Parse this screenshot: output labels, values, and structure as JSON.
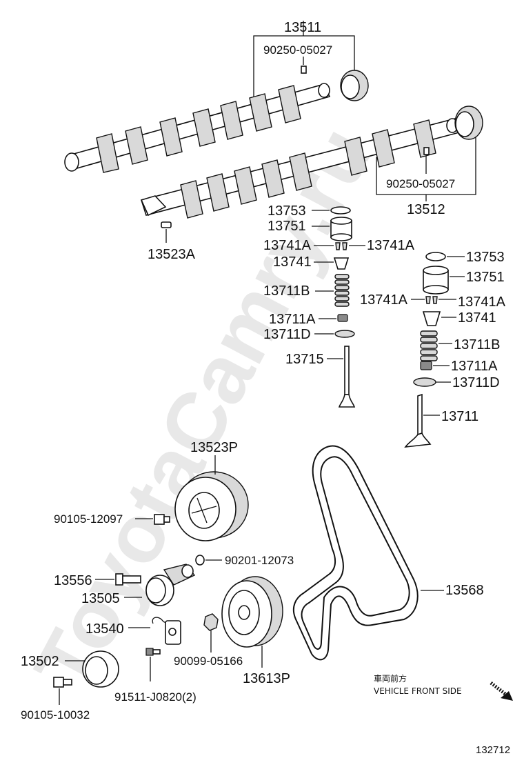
{
  "watermark": "ToyotaCamry.ru",
  "diagram_id": "132712",
  "direction_note": {
    "jp": "車両前方",
    "en": "VEHICLE FRONT SIDE"
  },
  "labels": {
    "camshaft_1": "13511",
    "pin_1": "90250-05027",
    "camshaft_2": "13512",
    "pin_2": "90250-05027",
    "key": "13523A",
    "shim_1": "13753",
    "lifter_1": "13751",
    "keeper_1a": "13741A",
    "keeper_1b": "13741A",
    "retainer_1": "13741",
    "spring_1": "13711B",
    "seat_1": "13711A",
    "washer_1": "13711D",
    "valve_1": "13715",
    "shim_2": "13753",
    "lifter_2": "13751",
    "keeper_2a": "13741A",
    "keeper_2b": "13741A",
    "retainer_2": "13741",
    "spring_2": "13711B",
    "seat_2": "13711A",
    "washer_2": "13711D",
    "valve_2": "13711",
    "cam_pulley": "13523P",
    "bolt_cam": "90105-12097",
    "plug": "90201-12073",
    "tension_bolt": "13556",
    "tensioner": "13505",
    "tension_spring": "13540",
    "idler": "13502",
    "bolt_idler": "90105-10032",
    "bolt_2": "91511-J0820(2)",
    "nut_crank": "90099-05166",
    "crank_pulley": "13613P",
    "timing_belt": "13568"
  }
}
